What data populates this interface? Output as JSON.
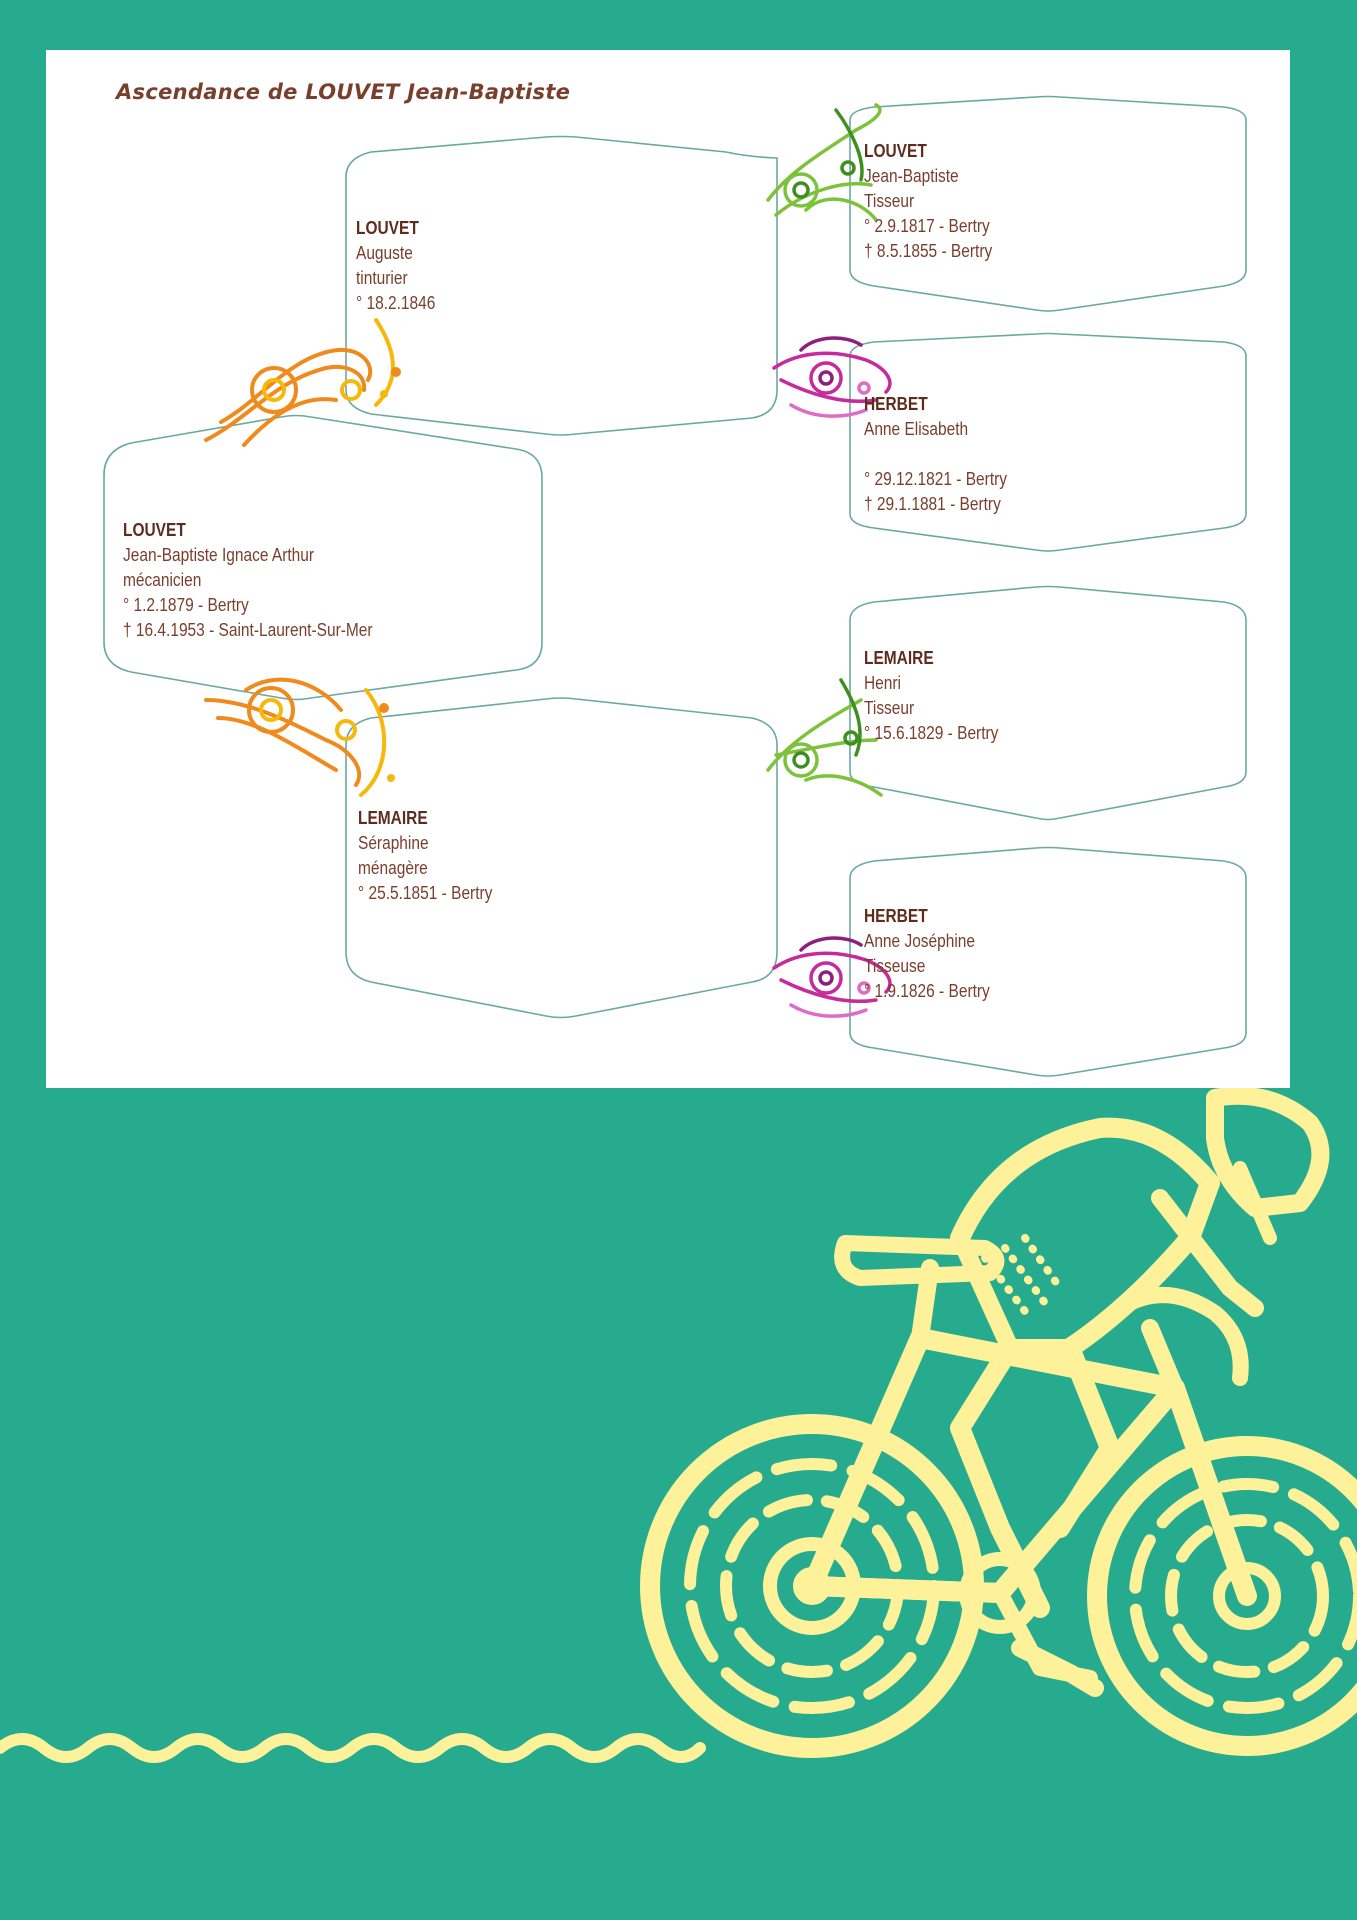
{
  "title": "Ascendance de LOUVET Jean-Baptiste",
  "colors": {
    "background": "#27ab8f",
    "illustration": "#fdf19a",
    "text": "#7a3f2c",
    "box_border": "#5fa59a"
  },
  "persons": [
    {
      "surname": "LOUVET",
      "given": "Jean-Baptiste Ignace Arthur",
      "occupation": "mécanicien",
      "birth": "° 1.2.1879 - Bertry",
      "death": "† 16.4.1953 - Saint-Laurent-Sur-Mer"
    },
    {
      "surname": "LOUVET",
      "given": "Auguste",
      "occupation": "tinturier",
      "birth": "° 18.2.1846",
      "death": ""
    },
    {
      "surname": "LEMAIRE",
      "given": "Séraphine",
      "occupation": "ménagère",
      "birth": "° 25.5.1851 - Bertry",
      "death": ""
    },
    {
      "surname": "LOUVET",
      "given": "Jean-Baptiste",
      "occupation": "Tisseur",
      "birth": "° 2.9.1817 - Bertry",
      "death": "† 8.5.1855 - Bertry"
    },
    {
      "surname": "HERBET",
      "given": "Anne Elisabeth",
      "occupation": "",
      "birth": "° 29.12.1821 - Bertry",
      "death": "† 29.1.1881 - Bertry"
    },
    {
      "surname": "LEMAIRE",
      "given": "Henri",
      "occupation": "Tisseur",
      "birth": "° 15.6.1829 - Bertry",
      "death": ""
    },
    {
      "surname": "HERBET",
      "given": "Anne Joséphine",
      "occupation": "Tisseuse",
      "birth": "° 1.9.1826 - Bertry",
      "death": ""
    }
  ],
  "ornaments": [
    {
      "name": "orange-swirl-ornament",
      "color": "#f08a1c"
    },
    {
      "name": "green-swirl-ornament",
      "color": "#7cc23a"
    },
    {
      "name": "magenta-swirl-ornament",
      "color": "#c62a9c"
    }
  ],
  "illustration": {
    "icon": "cyclist-icon",
    "wave": "wave-icon"
  }
}
